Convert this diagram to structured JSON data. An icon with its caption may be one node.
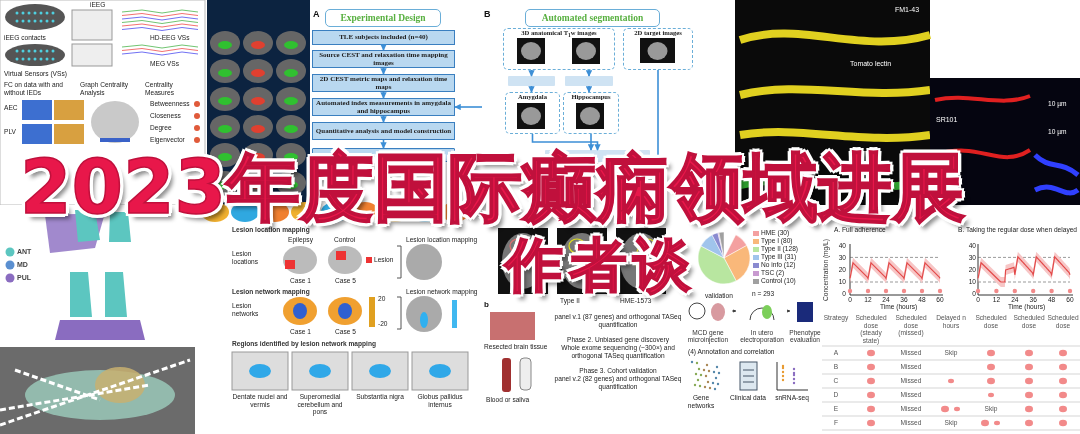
{
  "diagram": {
    "title": "2023年度国际癫痫领域进展",
    "nodes": [
      {
        "text": [
          "Experimental Design"
        ]
      },
      {
        "text": [
          "TLE subjects included (n=40)"
        ]
      },
      {
        "text": [
          "Source CEST and relaxation time mapping images"
        ]
      },
      {
        "text": [
          "2D CEST metric maps and relaxation time maps"
        ]
      },
      {
        "text": [
          "Automated index measurements in amygdala and hippocampus"
        ]
      },
      {
        "text": [
          "Quantitative analysis and model construction"
        ]
      },
      {
        "text": [],
        "shape": "box"
      },
      {
        "text": [
          "Automated segmentation"
        ]
      },
      {
        "text": [
          "3D anatomical T$_{1}$w images"
        ]
      },
      {
        "text": [
          "2D target images"
        ]
      },
      {
        "text": [],
        "shape": "box"
      },
      {
        "text": [],
        "shape": "box"
      },
      {
        "text": [
          "Amygdala"
        ]
      },
      {
        "text": [
          "Hippocampus"
        ]
      },
      {
        "text": [],
        "shape": "box"
      },
      {
        "text": [
          "MCD gene microinjection"
        ]
      },
      {
        "text": [
          "In utero electroporation"
        ]
      },
      {
        "text": [
          "Phenotype evaluation"
        ]
      }
    ],
    "edges": [
      {
        "from": 1,
        "to": 2,
        "arrow": "to"
      },
      {
        "from": 2,
        "to": 3,
        "arrow": "to"
      },
      {
        "from": 3,
        "to": 4,
        "arrow": "to"
      },
      {
        "from": 4,
        "to": 5,
        "arrow": "to"
      },
      {
        "from": 5,
        "to": 6,
        "arrow": "to"
      },
      {
        "from": null,
        "to": 4,
        "arrow": "to"
      },
      {
        "from": 8,
        "to": 10,
        "arrow": "to"
      },
      {
        "from": 8,
        "to": 11,
        "arrow": "to"
      },
      {
        "from": 10,
        "to": 12,
        "arrow": "to"
      },
      {
        "from": 11,
        "to": 13,
        "arrow": "to"
      },
      {
        "from": 12,
        "to": 14,
        "arrow": "to"
      },
      {
        "from": 13,
        "to": 14,
        "arrow": "to"
      },
      {
        "from": 9,
        "to": 14,
        "arrow": "none"
      },
      {
        "from": 15,
        "to": 16,
        "arrow": "to",
        "color": "#333333"
      },
      {
        "from": 16,
        "to": 17,
        "arrow": "to",
        "color": "#333333"
      }
    ],
    "labels": [
      "iEEG",
      "iEEG contacts",
      "HD-EEG VSs",
      "MEG VSs",
      "Virtual Sensors (VSs)",
      "FC on data with and without IEDs",
      "Graph Centrality Analysis",
      "Centrality Measures",
      "AEC",
      "PLV",
      "Betweenness",
      "Closeness",
      "Degree",
      "Eigenvector",
      "FM1-43",
      "Tomato lectin",
      "SR101",
      "10 µm",
      "10 µm",
      "Lesion location mapping",
      "Epilepsy",
      "Control",
      "Lesion location mapping",
      "Lesion locations",
      "Lesion",
      "Case 1",
      "Case 5",
      "Lesion network mapping",
      "Lesion network mapping",
      "Lesion networks",
      "Case 1",
      "Case 5",
      "20",
      "-20",
      "Regions identified by lesion network mapping",
      "Dentate nuclei and vermis",
      "Superomedial cerebellum and pons",
      "Substantia nigra",
      "Globus pallidus internus",
      "HME-1573",
      "Type II",
      "n = 293",
      "b",
      "validation",
      "panel v.1 (87 genes) and orthogonal TASeq quantification",
      "Resected brain tissue",
      "Phase 2. Unbiased gene discovery",
      "Whole exome sequencing (~300×) and orthogonal TASeq quantification",
      "(4) Annotation and correlation",
      "Phase 3. Cohort validation",
      "panel v.2 (82 genes) and orthogonal TASeq quantification",
      "Blood or saliva",
      "Gene networks",
      "Clinical data",
      "snRNA-seq",
      "A. Full adherence",
      "B. Taking the regular dose when delayed",
      "Concentration (mg/L)",
      "Time (hours)",
      "Time (hours)",
      "0",
      "10",
      "20",
      "30",
      "40",
      "0",
      "12",
      "24",
      "36",
      "48",
      "60",
      "0",
      "10",
      "20",
      "30",
      "40",
      "0",
      "12",
      "24",
      "36",
      "48",
      "60",
      "Strategy",
      "Scheduled dose (steady state)",
      "Scheduled dose (missed)",
      "Delayed n hours",
      "Scheduled dose",
      "Scheduled dose",
      "Scheduled dose",
      "A",
      "Missed",
      "Skip",
      "B",
      "Missed",
      "C",
      "Missed",
      "D",
      "Missed",
      "E",
      "Missed",
      "Skip",
      "F",
      "Missed",
      "Skip",
      "作者谈",
      "A",
      "B"
    ],
    "legend": [
      {
        "text": "ANT",
        "color": "#5cc6c0"
      },
      {
        "text": "MD",
        "color": "#5a8fd0"
      },
      {
        "text": "PUL",
        "color": "#8a6cc0"
      }
    ],
    "chart_data": {
      "type": "pie",
      "categories": [
        "HME (30)",
        "Type I (80)",
        "Type II (128)",
        "Type III (31)",
        "No info (12)",
        "TSC (2)",
        "Control (10)"
      ],
      "values": [
        30,
        80,
        128,
        31,
        12,
        2,
        10
      ],
      "legend": "right",
      "colors": [
        "#f4a0a0",
        "#f9b87a",
        "#b8e6a0",
        "#a0c4ec",
        "#8a8ad0",
        "#c89ad0",
        "#a0a0a0"
      ]
    }
  }
}
